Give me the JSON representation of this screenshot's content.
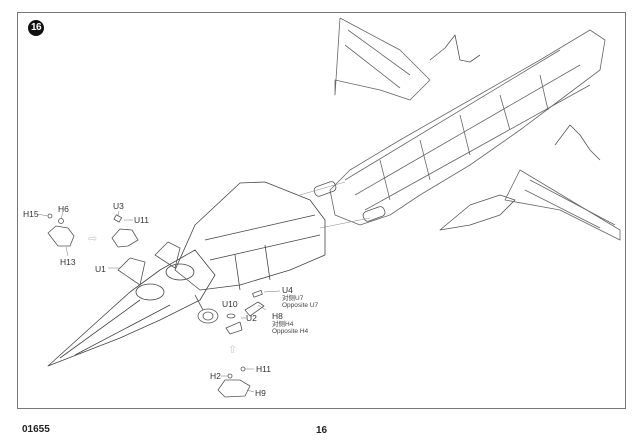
{
  "page": {
    "step_number": "16",
    "product_code": "01655",
    "page_number": "16"
  },
  "callouts": {
    "h15": "H15",
    "h6": "H6",
    "h13": "H13",
    "u3": "U3",
    "u11": "U11",
    "u1": "U1",
    "u4": "U4",
    "u4_note_cn": "对侧U7",
    "u4_note_en": "Opposite U7",
    "u10": "U10",
    "u2": "U2",
    "h8": "H8",
    "h8_note_cn": "对侧H4",
    "h8_note_en": "Opposite H4",
    "h2": "H2",
    "h11": "H11",
    "h9": "H9"
  },
  "icons": {
    "arrow_right": "⇨",
    "arrow_up": "⇧"
  }
}
